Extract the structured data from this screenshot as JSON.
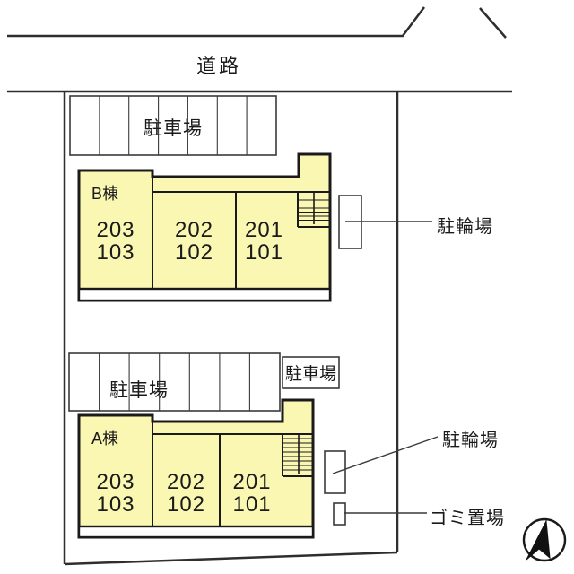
{
  "colors": {
    "background": "#ffffff",
    "building_fill": "#faf7b2",
    "outline": "#1a1a1a",
    "thin_line": "#3a3a3a"
  },
  "road": {
    "label": "道路"
  },
  "parking_top": {
    "label": "駐車場",
    "spaces": 7
  },
  "parking_middle": {
    "label": "駐車場",
    "spaces": 7
  },
  "parking_annex": {
    "label": "駐車場"
  },
  "building_b": {
    "name": "B棟",
    "units": [
      {
        "upper": "203",
        "lower": "103"
      },
      {
        "upper": "202",
        "lower": "102"
      },
      {
        "upper": "201",
        "lower": "101"
      }
    ]
  },
  "building_a": {
    "name": "A棟",
    "units": [
      {
        "upper": "203",
        "lower": "103"
      },
      {
        "upper": "202",
        "lower": "102"
      },
      {
        "upper": "201",
        "lower": "101"
      }
    ]
  },
  "bicycle_parking_b": {
    "label": "駐輪場"
  },
  "bicycle_parking_a": {
    "label": "駐輪場"
  },
  "garbage": {
    "label": "ゴミ置場"
  },
  "compass": {
    "name": "north-arrow"
  }
}
